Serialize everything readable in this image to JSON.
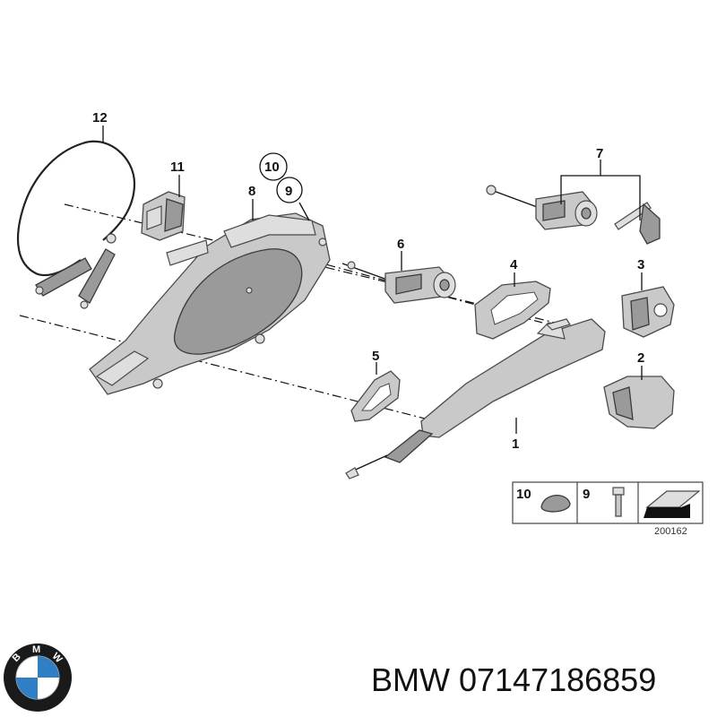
{
  "callouts": {
    "c1": "1",
    "c2": "2",
    "c3": "3",
    "c4": "4",
    "c5": "5",
    "c6": "6",
    "c7": "7",
    "c8": "8",
    "c9": "9",
    "c10": "10",
    "c11": "11",
    "c12": "12"
  },
  "legend": {
    "item_a": "10",
    "item_b": "9"
  },
  "figure_code": "200162",
  "brand_label": "BMW 07147186859",
  "logo": {
    "letters": [
      "B",
      "M",
      "W"
    ],
    "blue": "#2e7fc6",
    "ring": "#1a1a1a"
  }
}
